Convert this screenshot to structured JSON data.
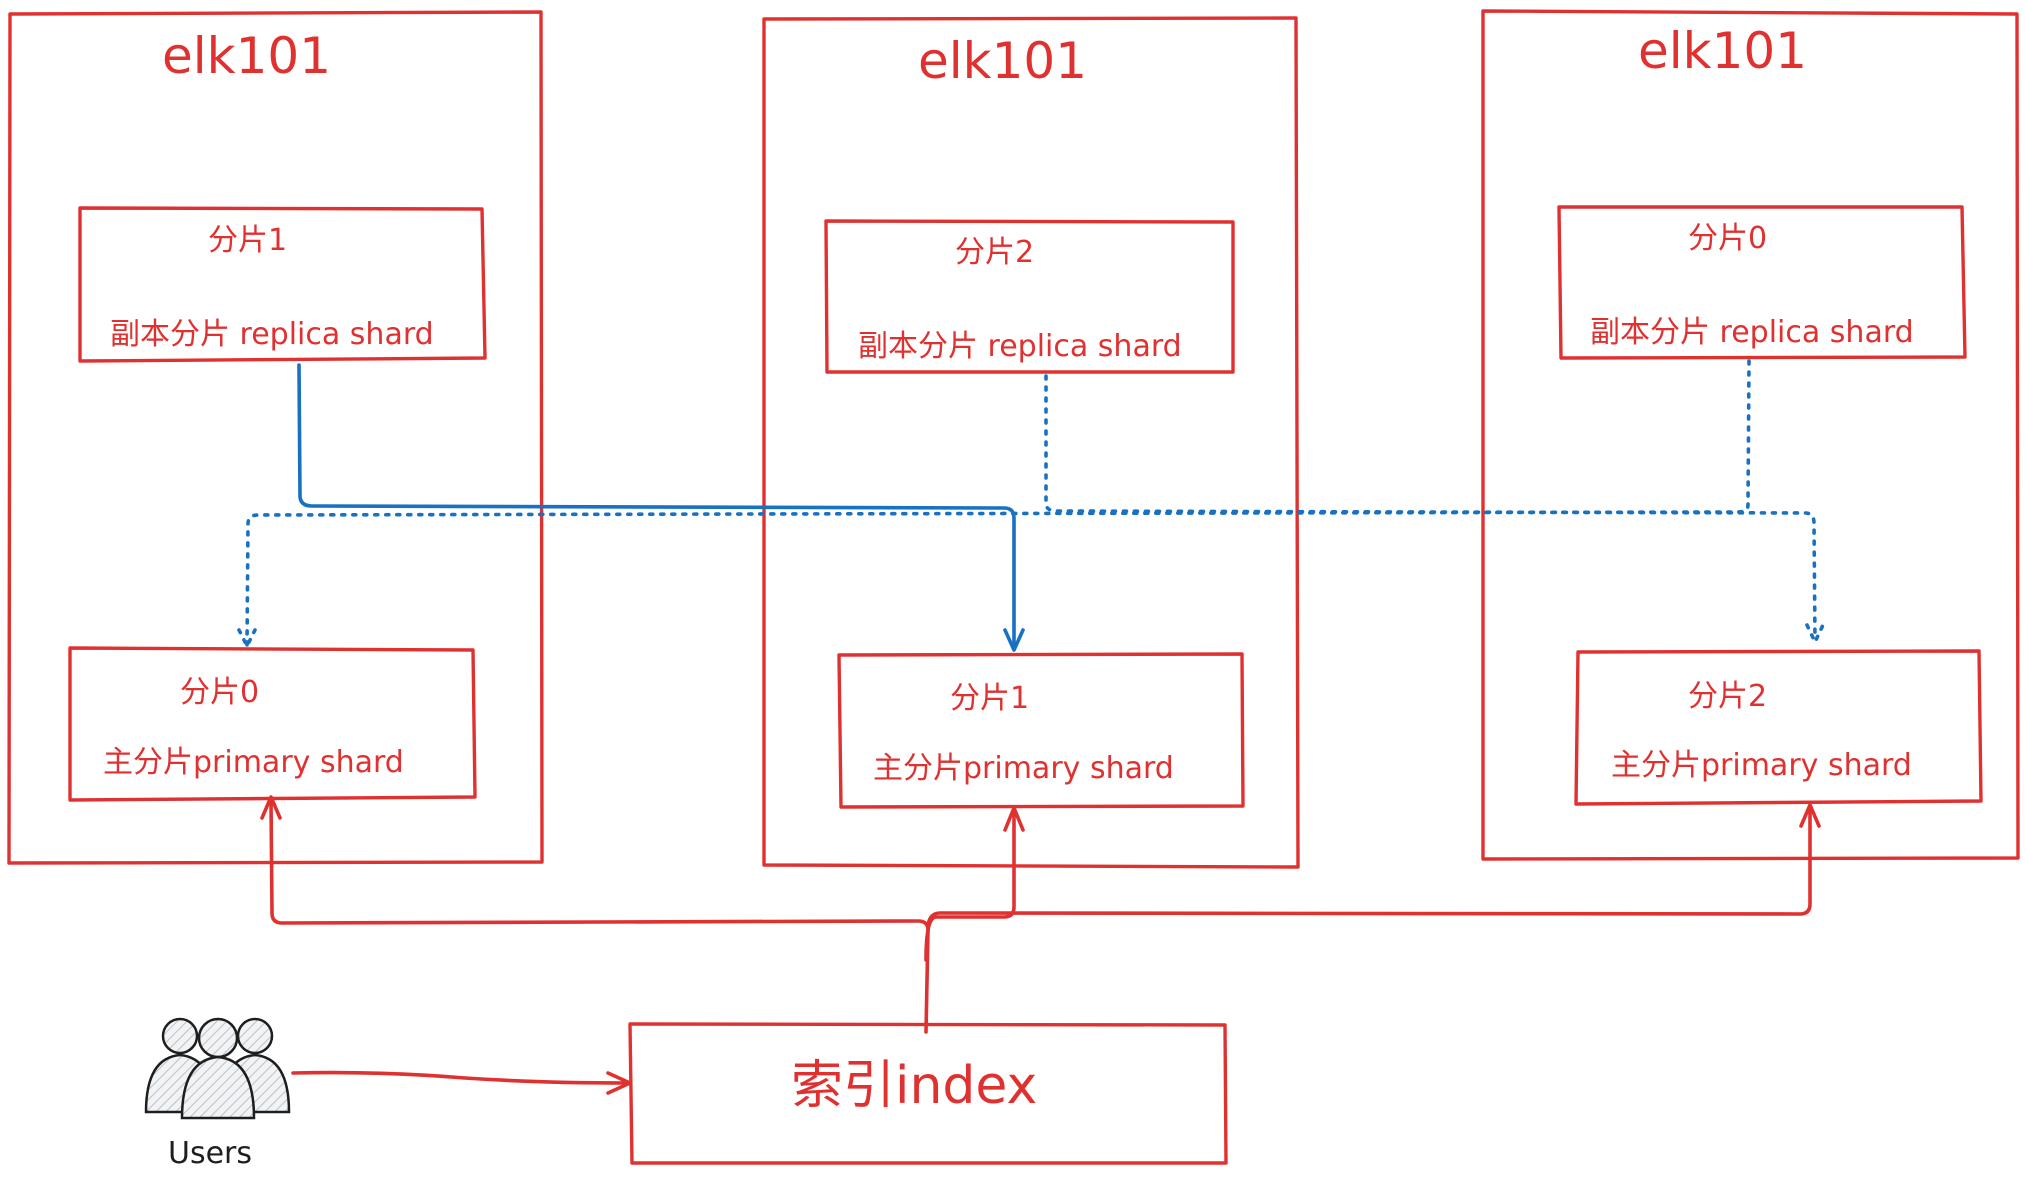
{
  "nodes": [
    {
      "title": "elk101",
      "replica": {
        "line1": "分片1",
        "line2": "副本分片 replica shard"
      },
      "primary": {
        "line1": "分片0",
        "line2": "主分片primary shard"
      }
    },
    {
      "title": "elk101",
      "replica": {
        "line1": "分片2",
        "line2": "副本分片 replica shard"
      },
      "primary": {
        "line1": "分片1",
        "line2": "主分片primary shard"
      }
    },
    {
      "title": "elk101",
      "replica": {
        "line1": "分片0",
        "line2": "副本分片 replica shard"
      },
      "primary": {
        "line1": "分片2",
        "line2": "主分片primary shard"
      }
    }
  ],
  "index": {
    "label": "索引index"
  },
  "users": {
    "label": "Users"
  },
  "colors": {
    "node": "#e03131",
    "replication": "#1971c2",
    "users": "#1e1e1e"
  }
}
